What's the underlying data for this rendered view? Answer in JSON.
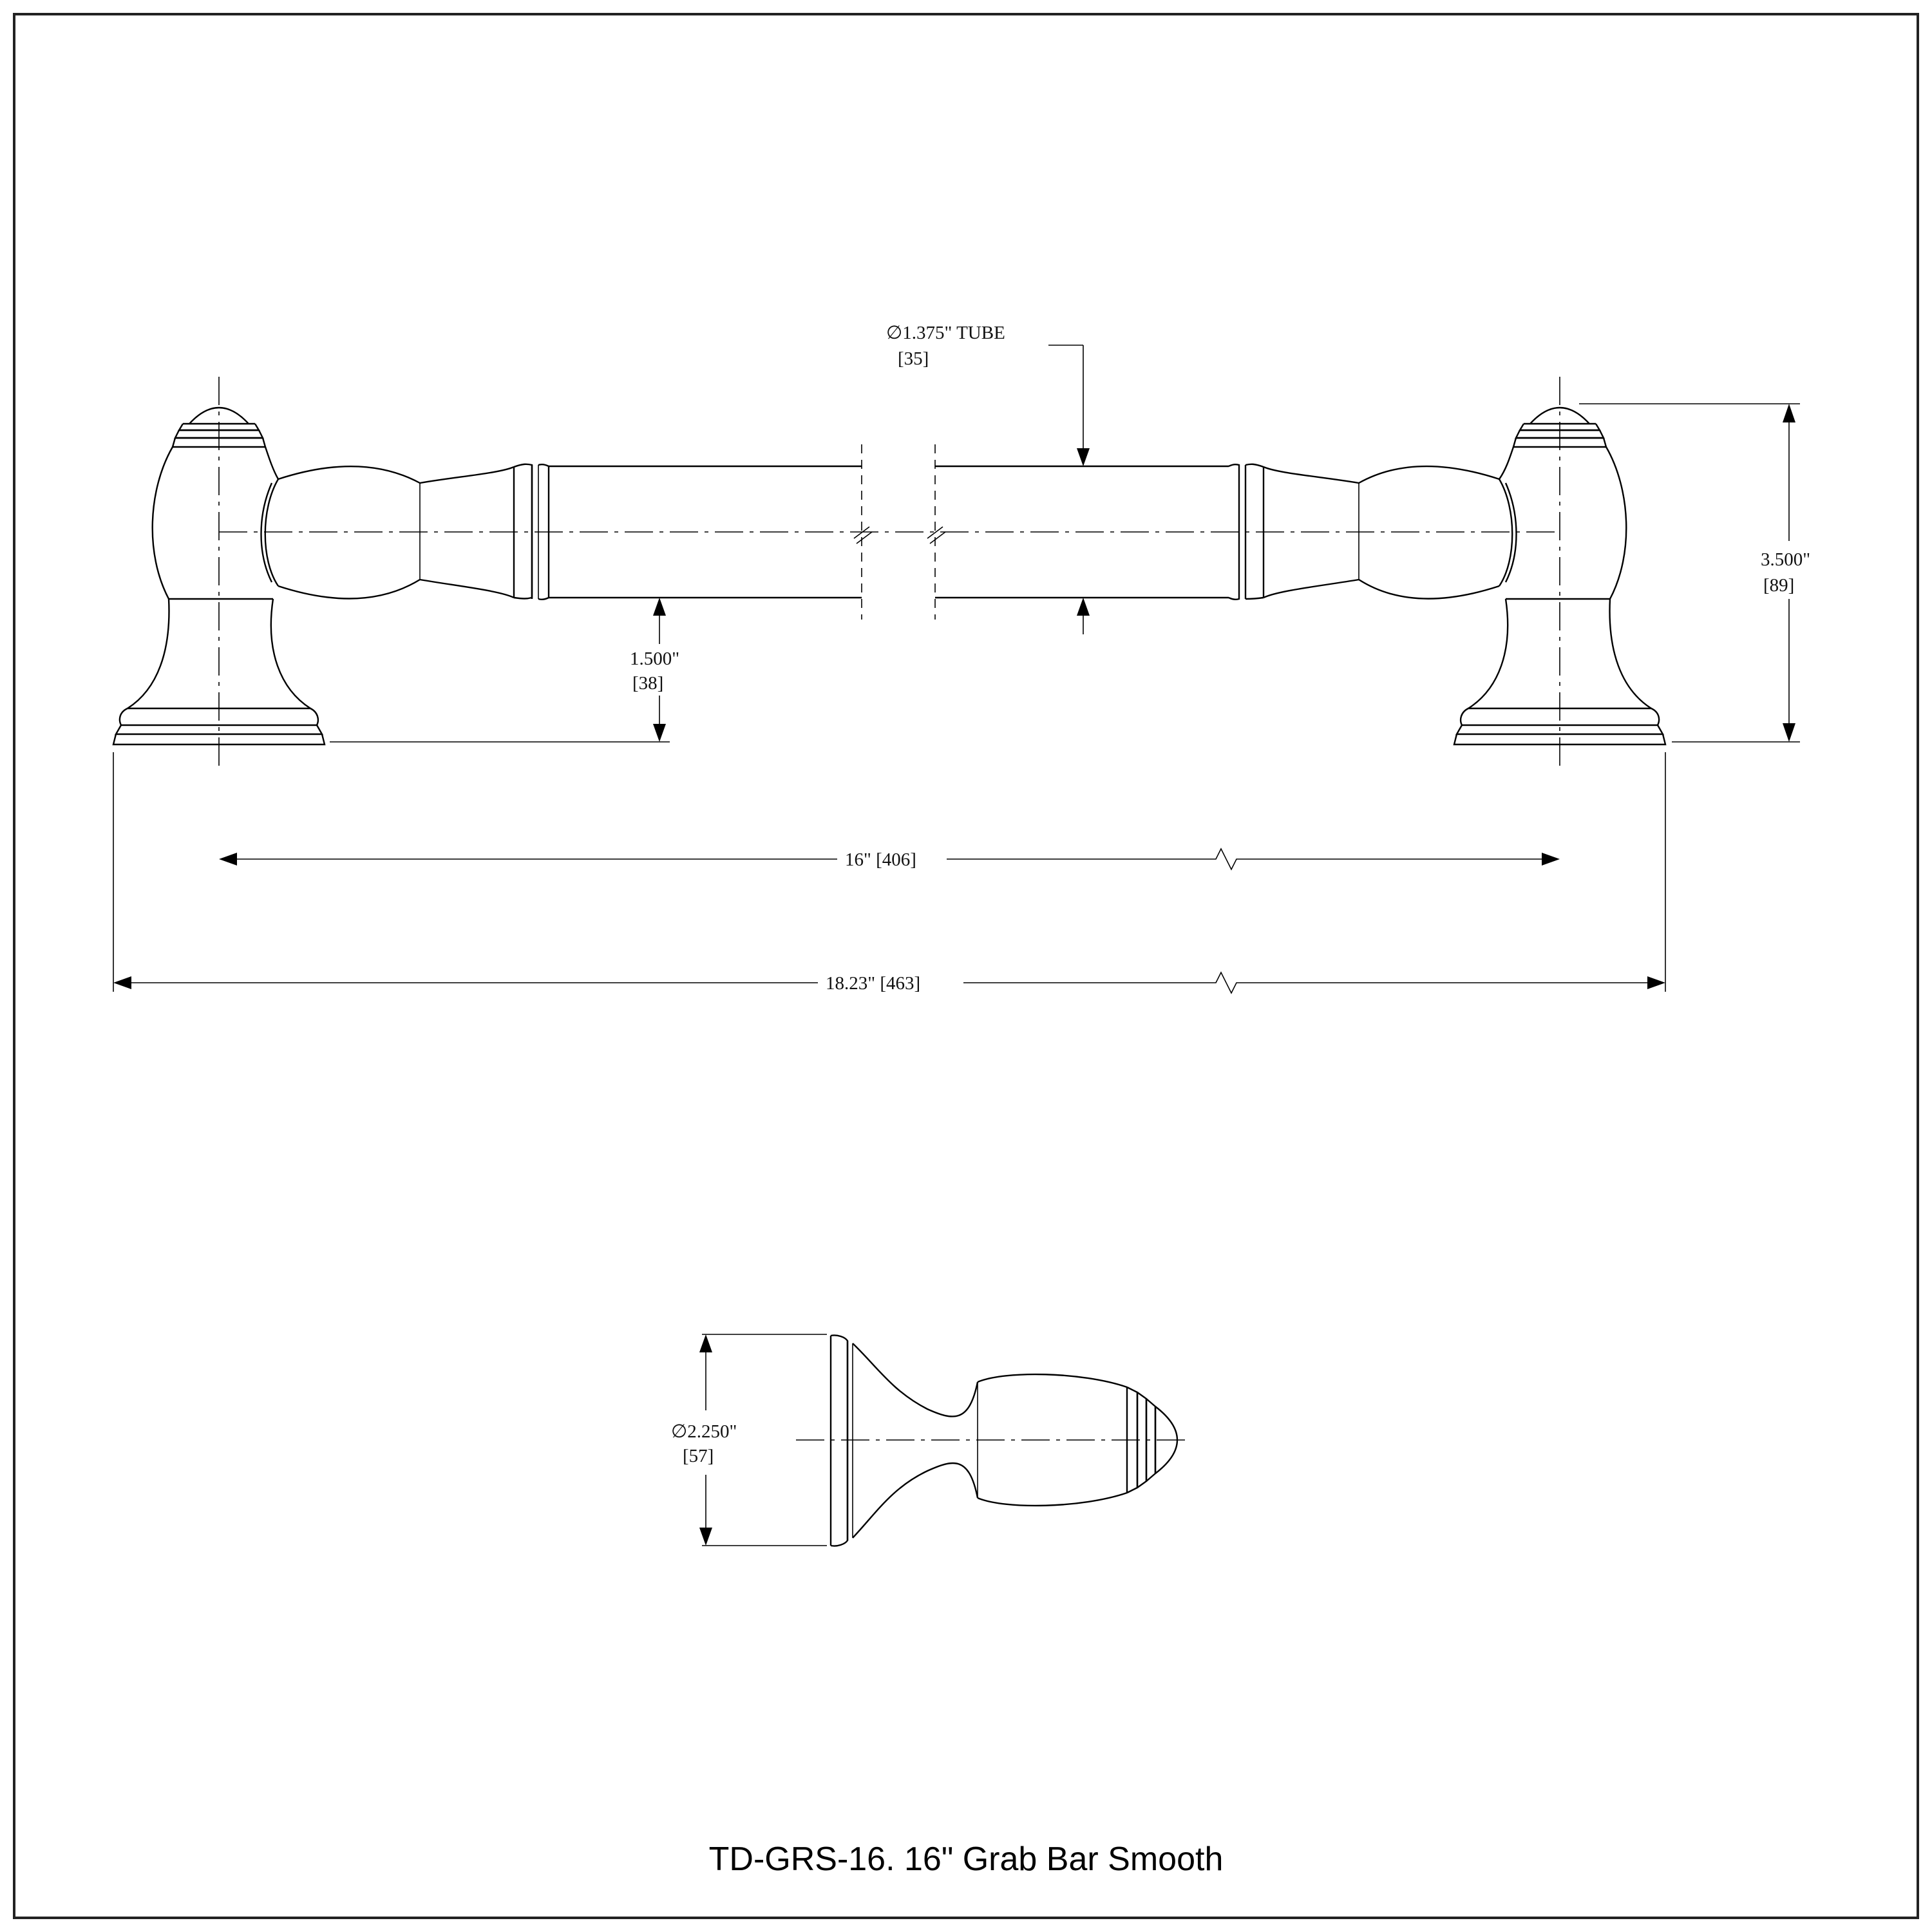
{
  "title": "TD-GRS-16. 16\" Grab Bar Smooth",
  "dimensions": {
    "tube_diameter": {
      "imperial": "∅1.375\" TUBE",
      "metric": "[35]"
    },
    "overall_height": {
      "imperial": "3.500\"",
      "metric": "[89]"
    },
    "wall_clearance": {
      "imperial": "1.500\"",
      "metric": "[38]"
    },
    "center_to_center": "16\" [406]",
    "overall_length": "18.23\" [463]",
    "flange_diameter": {
      "imperial": "∅2.250\"",
      "metric": "[57]"
    }
  }
}
